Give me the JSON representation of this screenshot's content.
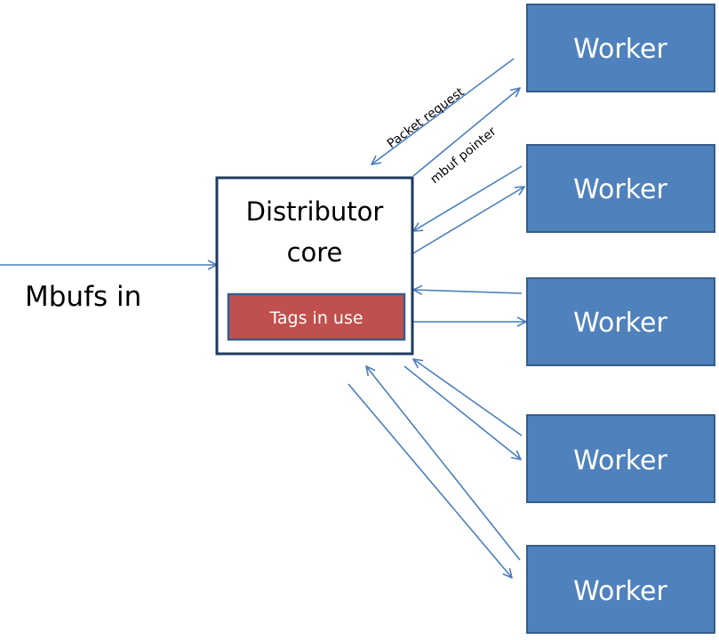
{
  "colors": {
    "worker_fill": "#4f81bd",
    "worker_border": "#385d8a",
    "arrow": "#4a7ebb",
    "core_border": "#1f3a5f",
    "tags_fill": "#c0504d",
    "tags_border": "#385d8a"
  },
  "input_label": "Mbufs in",
  "core": {
    "title_line1": "Distributor",
    "title_line2": "core",
    "tags_label": "Tags in use"
  },
  "workers": [
    {
      "label": "Worker"
    },
    {
      "label": "Worker"
    },
    {
      "label": "Worker"
    },
    {
      "label": "Worker"
    },
    {
      "label": "Worker"
    }
  ],
  "edge_labels": {
    "request": "Packet request",
    "pointer": "mbuf pointer"
  }
}
